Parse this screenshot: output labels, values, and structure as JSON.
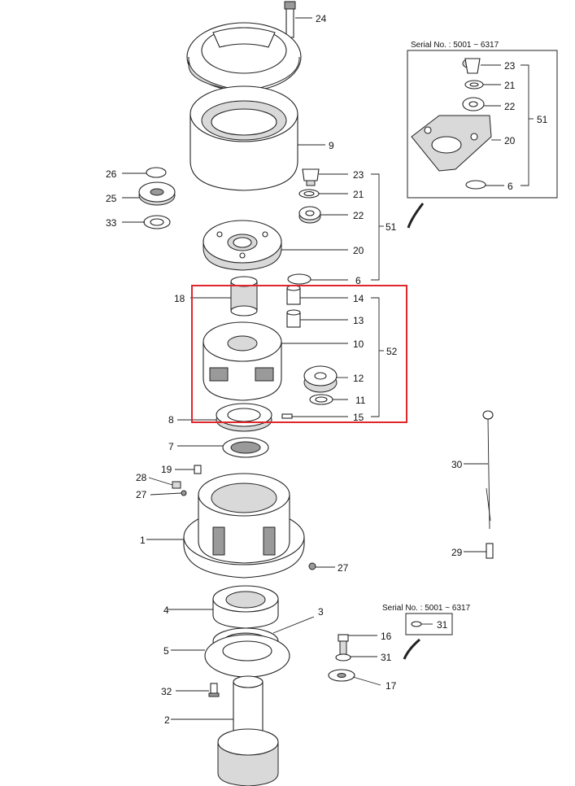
{
  "serial_note_top": "Serial No. : 5001 ~ 6317",
  "serial_note_bottom": "Serial No. : 5001 ~ 6317",
  "labels": {
    "p24": "24",
    "p9": "9",
    "p26": "26",
    "p25": "25",
    "p33": "33",
    "p23": "23",
    "p21": "21",
    "p22": "22",
    "p20": "20",
    "p6": "6",
    "p51": "51",
    "p18": "18",
    "p14": "14",
    "p13": "13",
    "p10": "10",
    "p12": "12",
    "p11": "11",
    "p15": "15",
    "p52": "52",
    "p8": "8",
    "p7": "7",
    "p19": "19",
    "p28": "28",
    "p27a": "27",
    "p27b": "27",
    "p1": "1",
    "p4": "4",
    "p3": "3",
    "p5": "5",
    "p32": "32",
    "p2": "2",
    "p16": "16",
    "p31a": "31",
    "p17": "17",
    "p30": "30",
    "p29": "29",
    "i23": "23",
    "i21": "21",
    "i22": "22",
    "i20": "20",
    "i6": "6",
    "i51": "51",
    "i31": "31"
  },
  "colors": {
    "highlight": "#e0262b",
    "ink": "#222222"
  }
}
